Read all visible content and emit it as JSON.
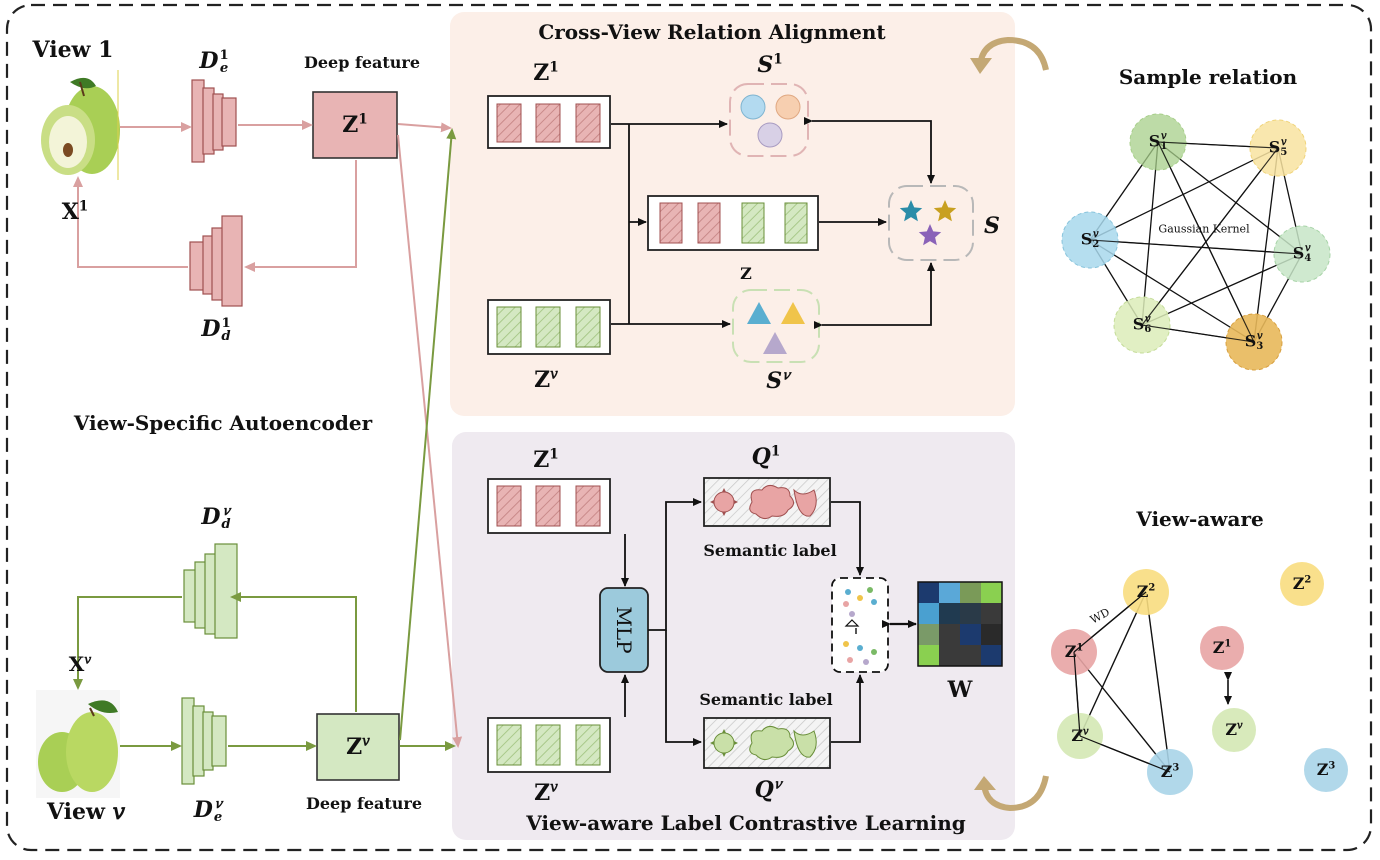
{
  "view_specific": {
    "view1_label": "View 1",
    "viewv_label": "View 𝑣",
    "x1_sym": "X",
    "x1_sup": "1",
    "xv_sym": "X",
    "xv_sup": "𝑣",
    "enc1_sym": "D",
    "enc1_sup": "1",
    "enc1_sub": "e",
    "dec1_sym": "D",
    "dec1_sup": "1",
    "dec1_sub": "d",
    "encv_sym": "D",
    "encv_sup": "𝑣",
    "encv_sub": "e",
    "decv_sym": "D",
    "decv_sup": "𝑣",
    "decv_sub": "d",
    "deep_feature_top": "Deep feature",
    "deep_feature_bottom": "Deep feature",
    "z1_sym": "Z",
    "z1_sup": "1",
    "zv_sym": "Z",
    "zv_sup": "𝑣",
    "section_title": "View-Specific Autoencoder"
  },
  "cross_view": {
    "title": "Cross-View Relation Alignment",
    "z1_sym": "Z",
    "z1_sup": "1",
    "zv_sym": "Z",
    "zv_sup": "𝑣",
    "z_label": "Z",
    "s1_sym": "S",
    "s1_sup": "1",
    "sv_sym": "S",
    "sv_sup": "𝑣",
    "s_label": "S"
  },
  "view_aware_label": {
    "title": "View-aware Label Contrastive Learning",
    "z1_sym": "Z",
    "z1_sup": "1",
    "zv_sym": "Z",
    "zv_sup": "𝑣",
    "mlp_label": "MLP",
    "q1_sym": "Q",
    "q1_sup": "1",
    "qv_sym": "Q",
    "qv_sup": "𝑣",
    "semantic_label_top": "Semantic label",
    "semantic_label_bottom": "Semantic label",
    "w_label": "W"
  },
  "sample_relation": {
    "title": "Sample relation",
    "kernel_label": "Gaussian Kernel",
    "nodes": [
      {
        "sym": "S",
        "sup": "𝑣",
        "sub": "1"
      },
      {
        "sym": "S",
        "sup": "𝑣",
        "sub": "5"
      },
      {
        "sym": "S",
        "sup": "𝑣",
        "sub": "2"
      },
      {
        "sym": "S",
        "sup": "𝑣",
        "sub": "4"
      },
      {
        "sym": "S",
        "sup": "𝑣",
        "sub": "6"
      },
      {
        "sym": "S",
        "sup": "𝑣",
        "sub": "3"
      }
    ]
  },
  "view_aware": {
    "title": "View-aware",
    "wd_label": "WD",
    "left_nodes": [
      {
        "sym": "Z",
        "sup": "2"
      },
      {
        "sym": "Z",
        "sup": "1"
      },
      {
        "sym": "Z",
        "sup": "𝑣"
      },
      {
        "sym": "Z",
        "sup": "3"
      }
    ],
    "right_nodes": [
      {
        "sym": "Z",
        "sup": "2"
      },
      {
        "sym": "Z",
        "sup": "1"
      },
      {
        "sym": "Z",
        "sup": "𝑣"
      },
      {
        "sym": "Z",
        "sup": "3"
      }
    ]
  },
  "colors": {
    "pink_fill": "#e8b4b4",
    "pink_stroke": "#a05050",
    "pink_arrow": "#d9a0a0",
    "green_fill": "#d4e8c2",
    "green_stroke": "#6a8f3a",
    "green_arrow": "#7a9a40",
    "cross_view_bg": "#fcefe8",
    "label_bg": "#efeaf0",
    "mlp_fill": "#9ccadc"
  }
}
